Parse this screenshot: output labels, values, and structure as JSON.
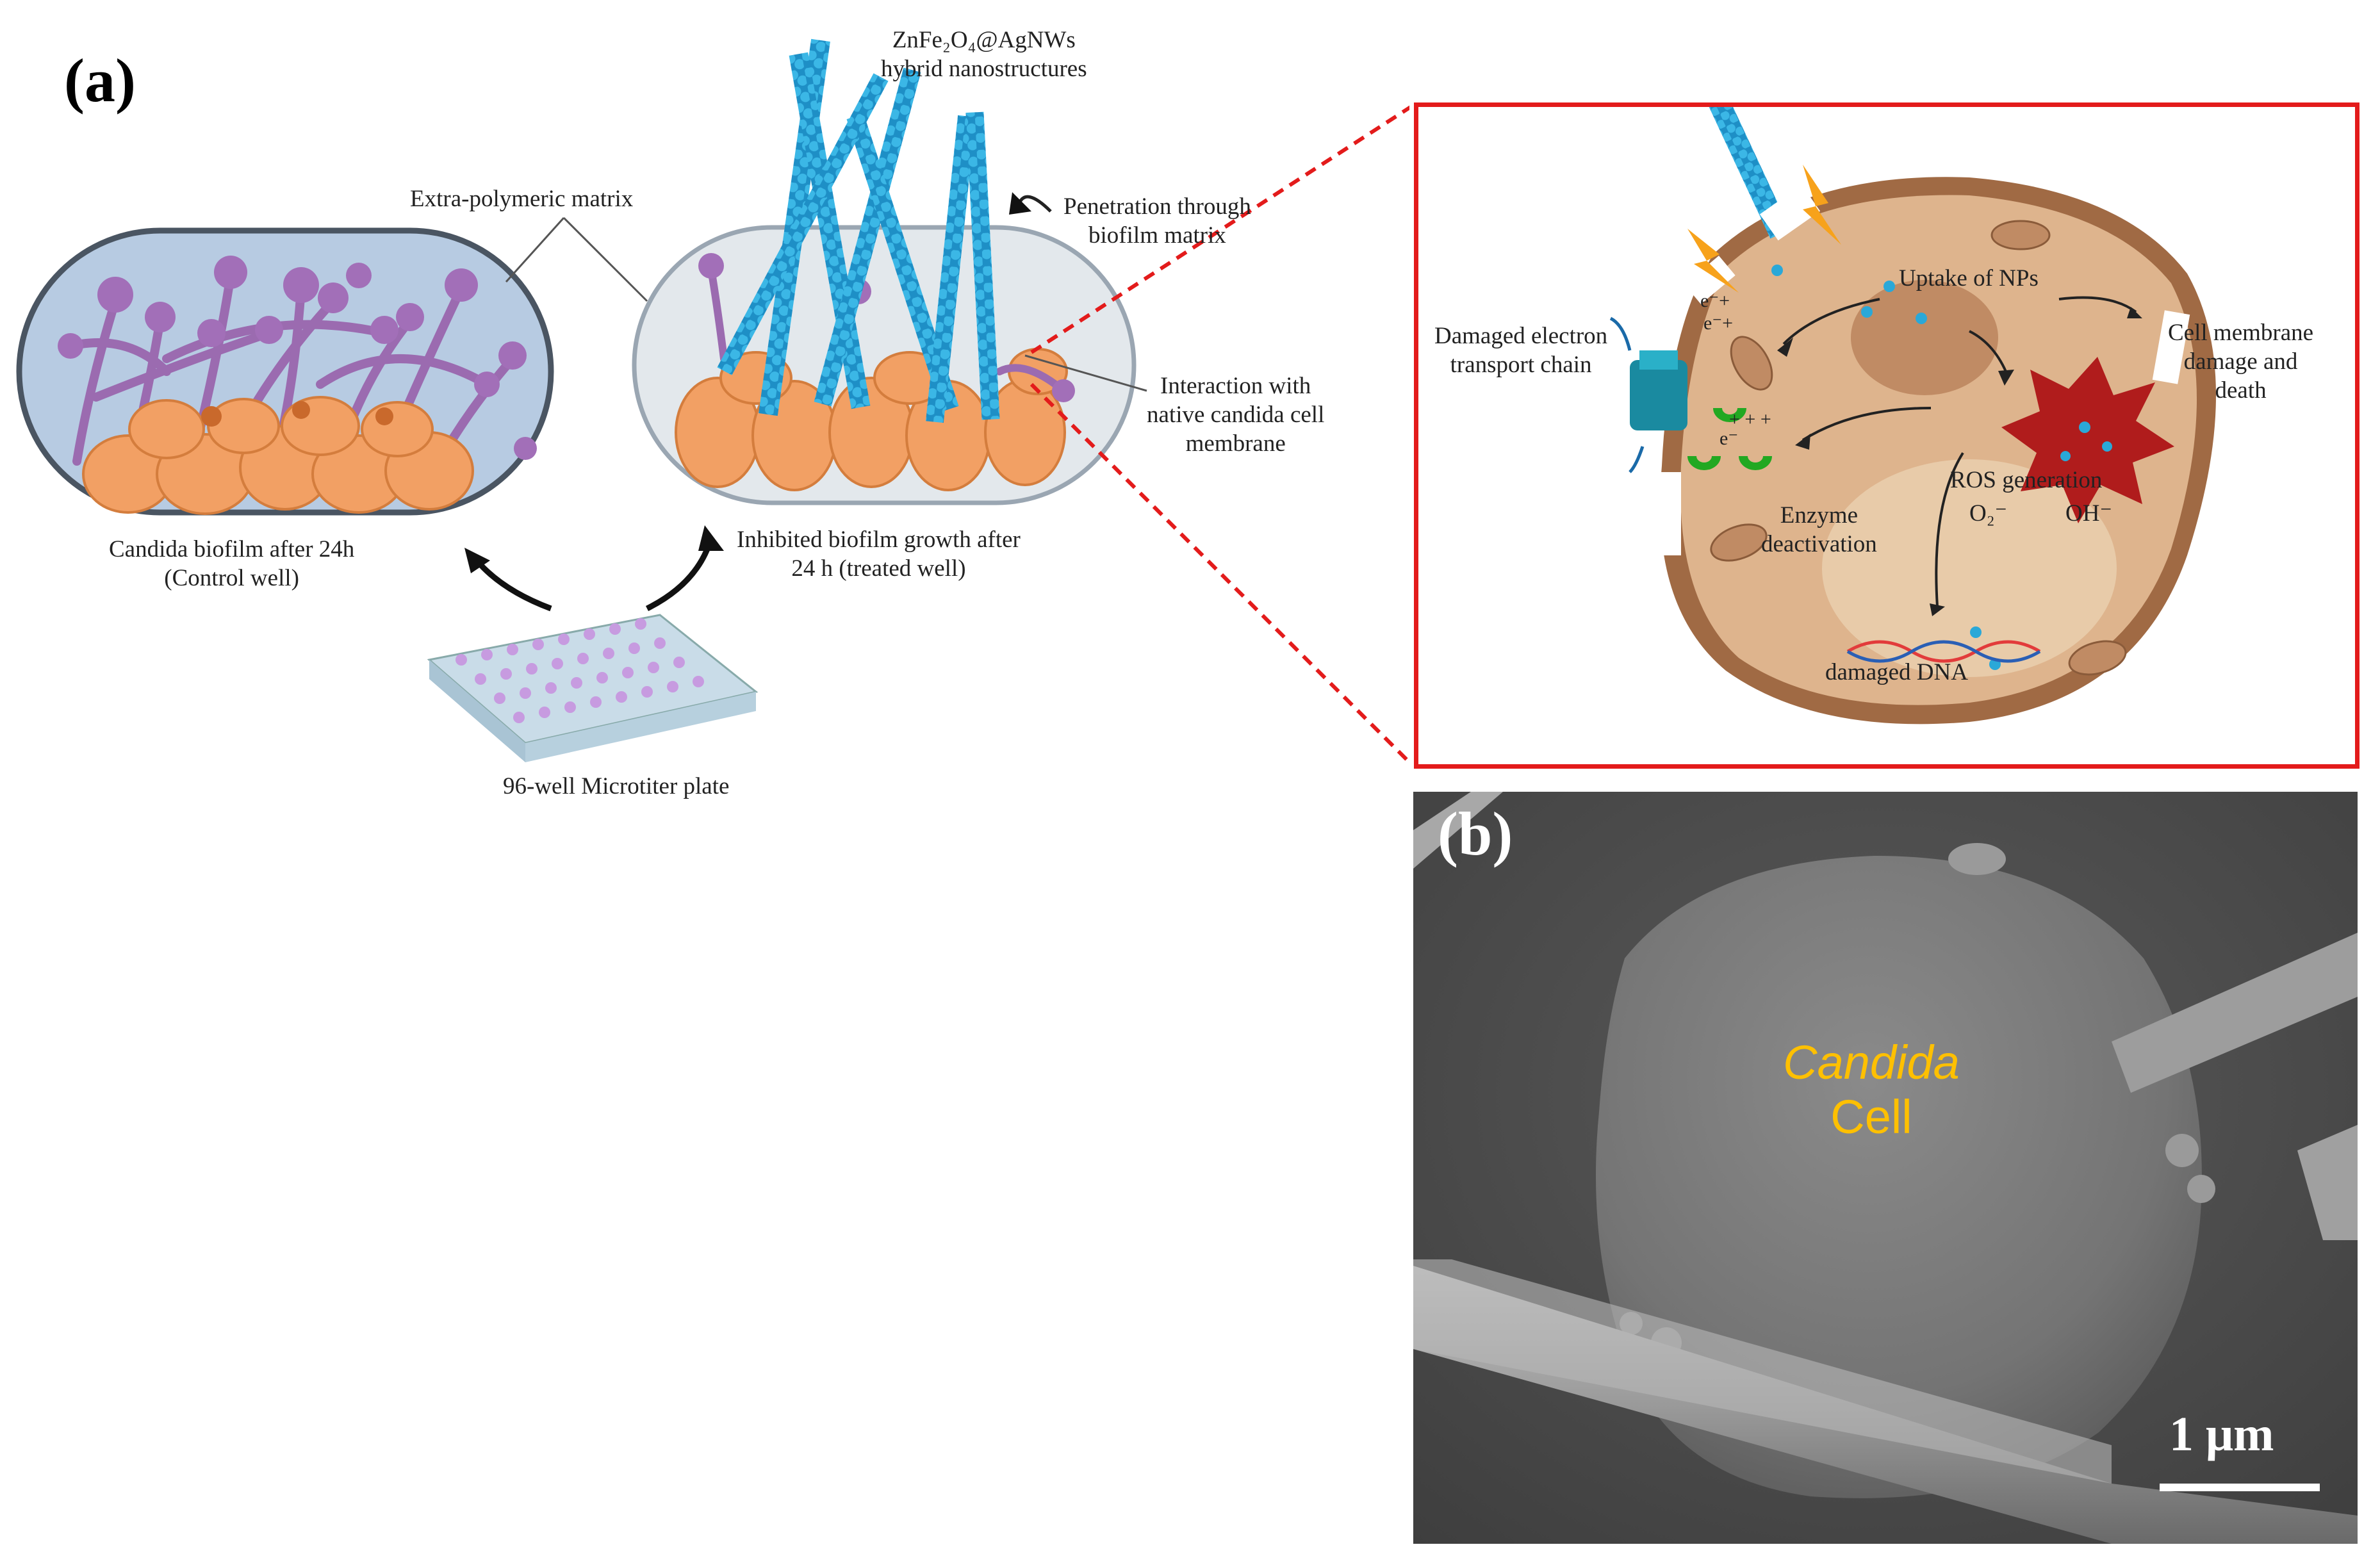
{
  "panel_a": {
    "letter": "(a)",
    "labels": {
      "nanostructures_line1": "ZnFe₂O₄@AgNWs",
      "nanostructures_line2": "hybrid nanostructures",
      "extra_polymeric": "Extra-polymeric matrix",
      "penetration_line1": "Penetration through",
      "penetration_line2": "biofilm matrix",
      "interaction_line1": "Interaction with",
      "interaction_line2": "native candida cell",
      "interaction_line3": "membrane",
      "control_line1": "Candida biofilm after 24h",
      "control_line2": "(Control well)",
      "treated_line1": "Inhibited biofilm growth after",
      "treated_line2": "24 h (treated well)",
      "plate": "96-well Microtiter plate"
    }
  },
  "inset": {
    "labels": {
      "damaged_etc_line1": "Damaged electron",
      "damaged_etc_line2": "transport chain",
      "uptake": "Uptake of NPs",
      "membrane_line1": "Cell membrane",
      "membrane_line2": "damage and",
      "membrane_line3": "death",
      "ros": "ROS generation",
      "o2": "O₂⁻",
      "oh": "OH⁻",
      "enzyme_line1": "Enzyme",
      "enzyme_line2": "deactivation",
      "dna": "damaged DNA",
      "e1": "e⁻+",
      "e2": "e⁻+",
      "e3": "e⁻",
      "plus": "+ + +"
    }
  },
  "panel_b": {
    "letter": "(b)",
    "cell_line1": "Candida",
    "cell_line2": "Cell",
    "scale_label": "1 μm"
  },
  "colors": {
    "inset_border": "#e31b1b",
    "nanowire": "#2aa8d8",
    "hyphae": "#9b6bb0",
    "cells": "#f2a064",
    "sem_text": "#ffc000"
  }
}
